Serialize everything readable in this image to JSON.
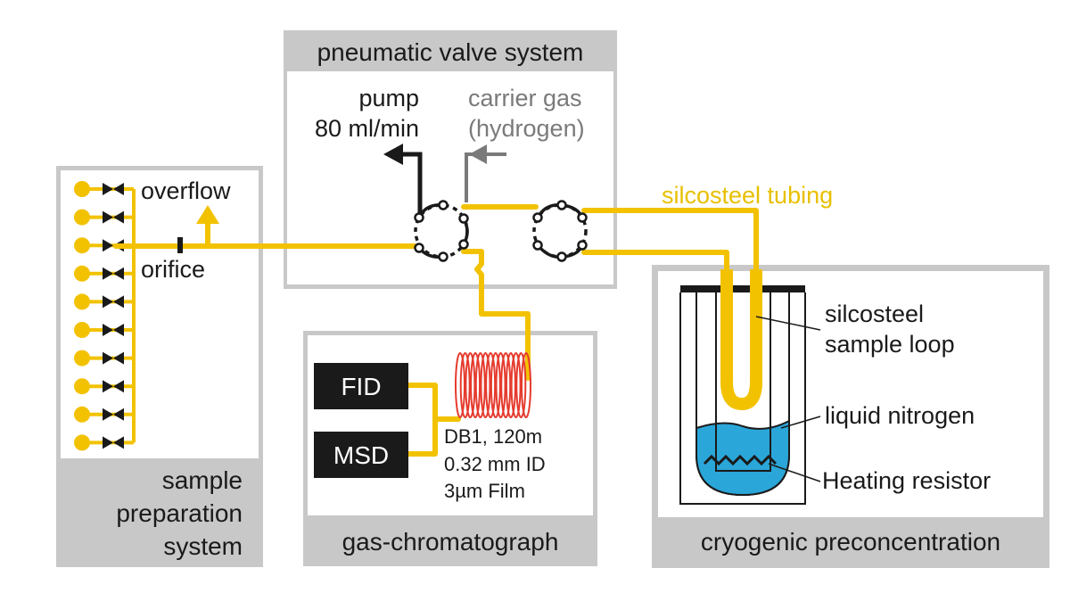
{
  "panels": {
    "valve": {
      "title": "pneumatic valve system"
    },
    "sample": {
      "title_lines": [
        "sample",
        "preparation",
        "system"
      ]
    },
    "gc": {
      "title": "gas-chromatograph"
    },
    "cryo": {
      "title": "cryogenic preconcentration"
    }
  },
  "labels": {
    "pump": "pump",
    "pump_rate": "80 ml/min",
    "carrier_gas": "carrier gas",
    "hydrogen": "(hydrogen)",
    "overflow": "overflow",
    "orifice": "orifice",
    "tubing": "silcosteel tubing",
    "loop_line1": "silcosteel",
    "loop_line2": "sample loop",
    "nitrogen": "liquid nitrogen",
    "resistor": "Heating resistor",
    "fid": "FID",
    "msd": "MSD",
    "column_line1": "DB1, 120m",
    "column_line2": "0.32 mm ID",
    "column_line3": "3µm Film"
  },
  "colors": {
    "panel_bg": "#c8c8c8",
    "tube": "#f2c200",
    "tube_label": "#e8c000",
    "carrier": "#7a7a7a",
    "coil": "#e53b2e",
    "nitrogen": "#2aa6d8",
    "dark": "#1a1a1a"
  }
}
